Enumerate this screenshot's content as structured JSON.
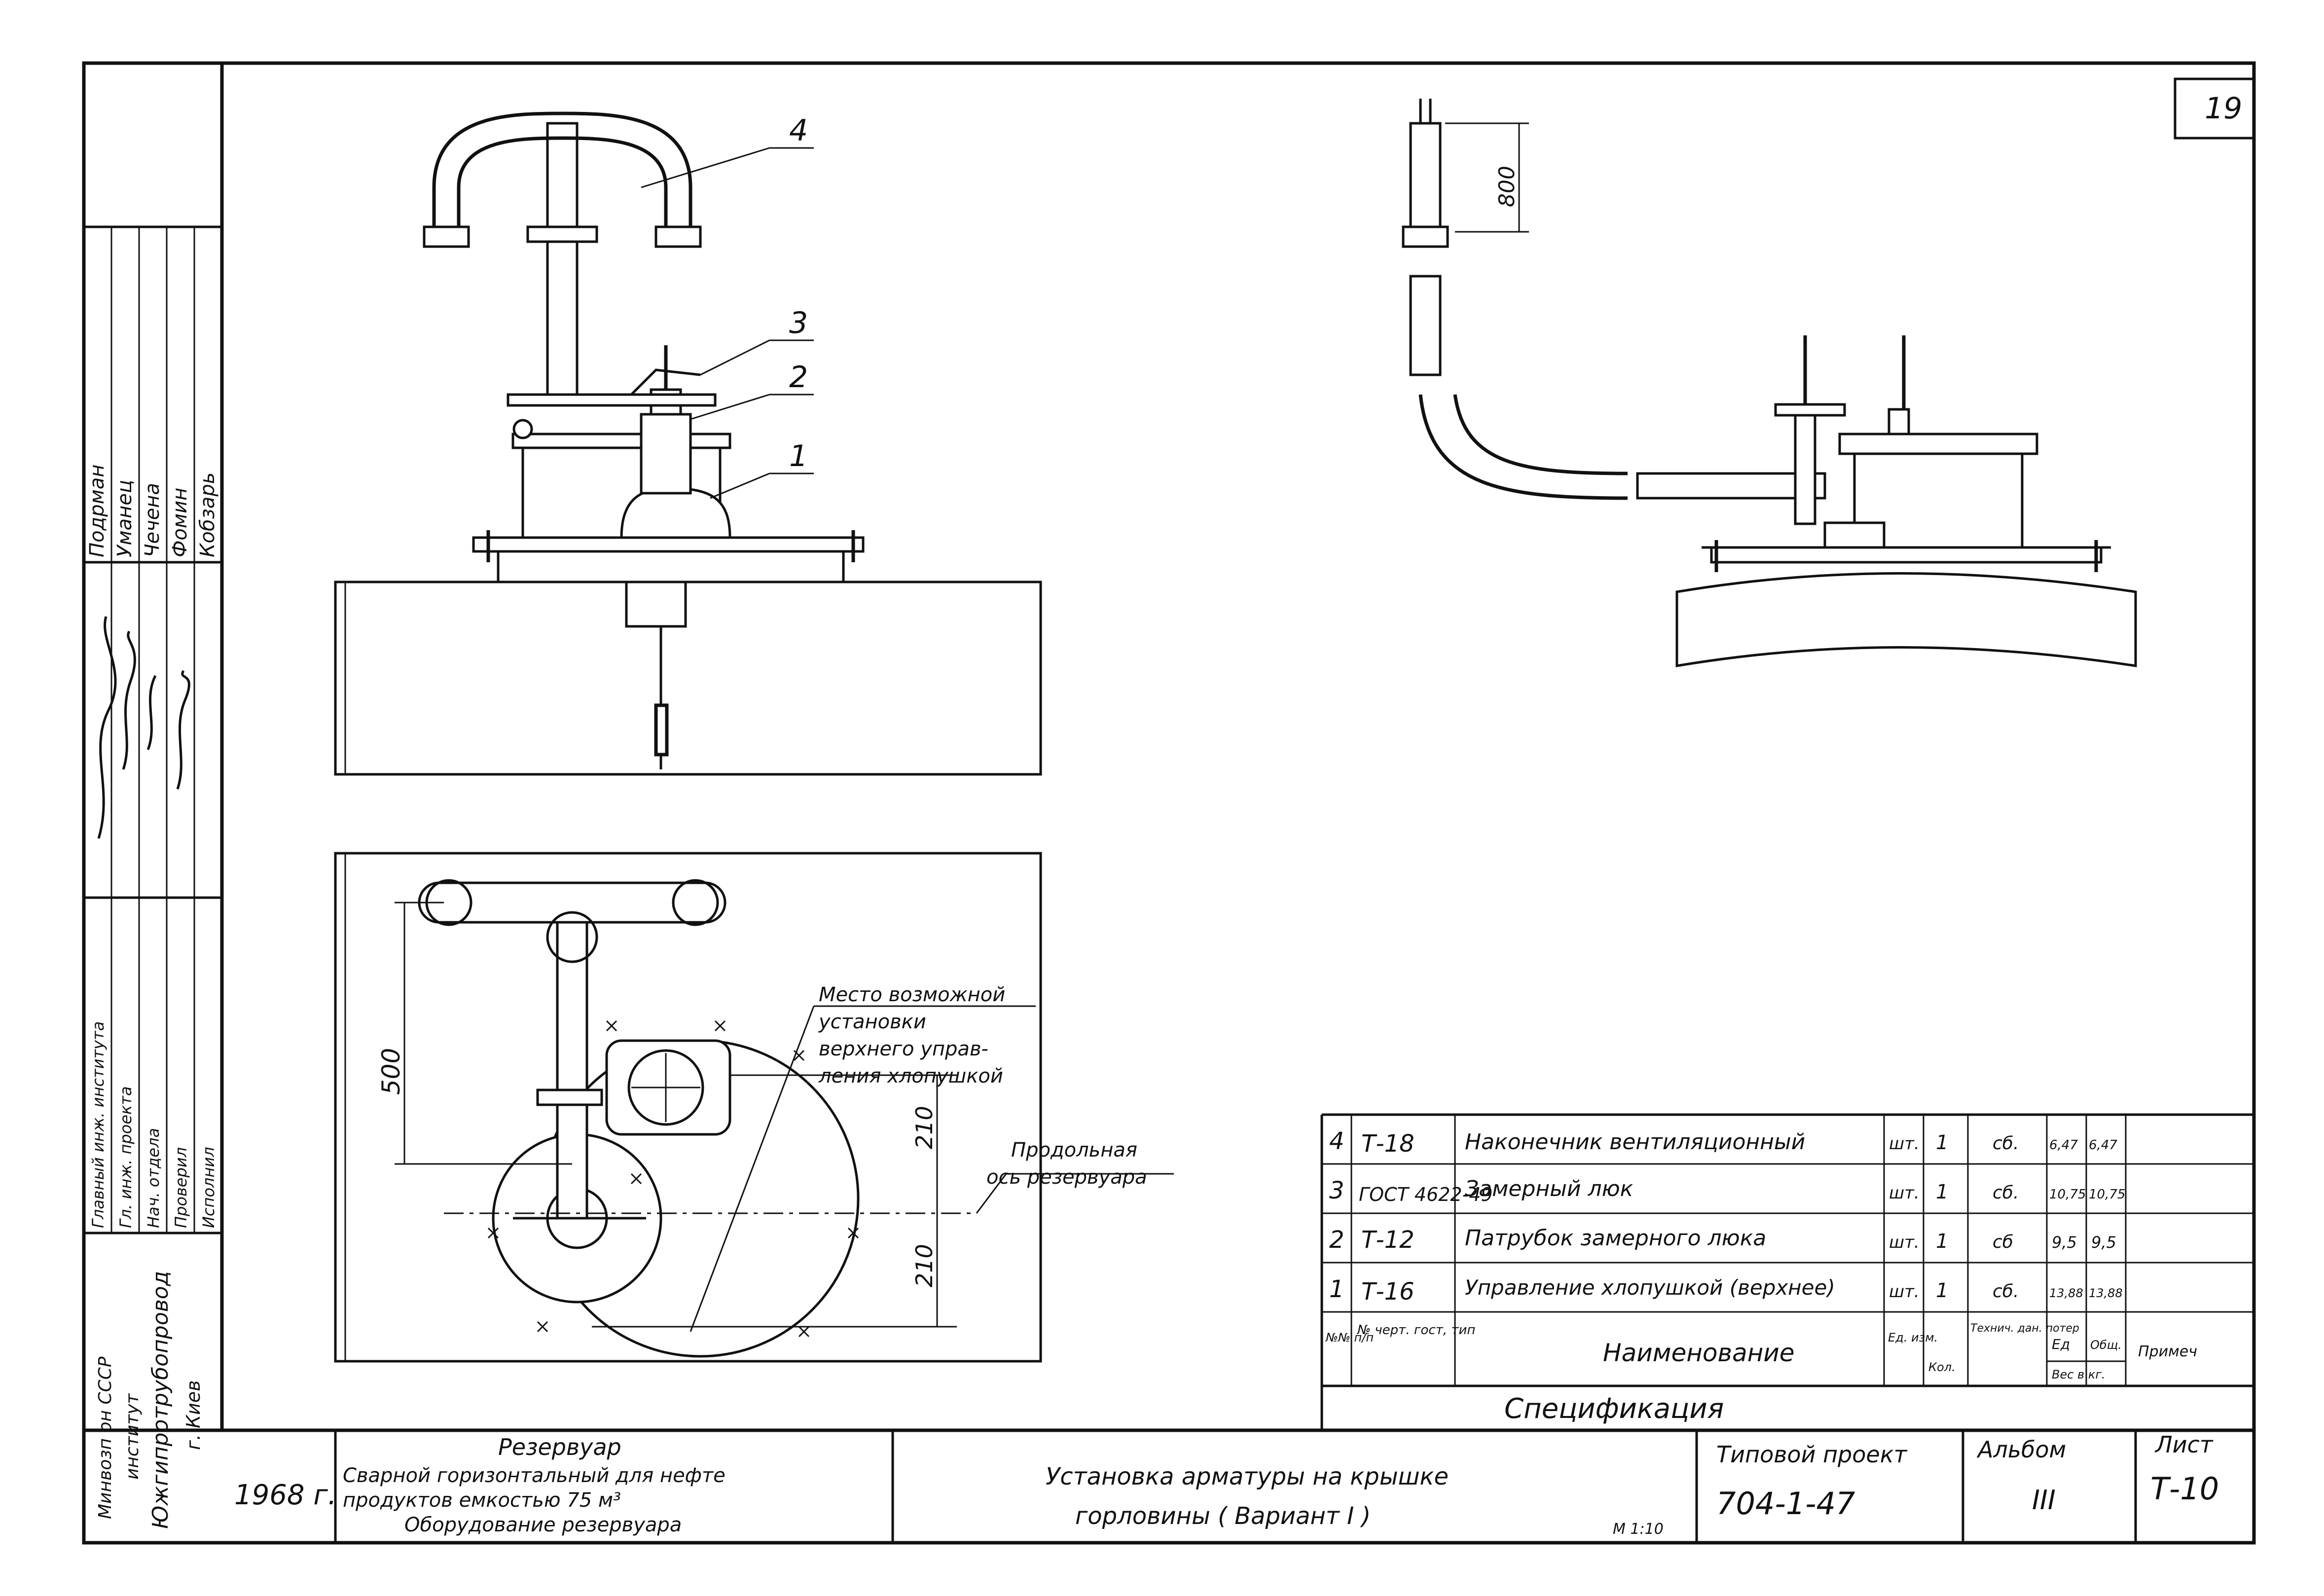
{
  "sheet": {
    "number": "19"
  },
  "callouts": {
    "c1": "1",
    "c2": "2",
    "c3": "3",
    "c4": "4"
  },
  "dimensions": {
    "d500": "500",
    "d210a": "210",
    "d210b": "210",
    "d800": "800"
  },
  "notes": {
    "mount_line1": "Место возможной",
    "mount_line2": "установки",
    "mount_line3": "верхнего управ-",
    "mount_line4": "ления хлопушкой",
    "axis_line1": "Продольная",
    "axis_line2": "ось резервуара"
  },
  "left_block": {
    "names": [
      "Подрман",
      "Уманец",
      "Чечена",
      "Фомин",
      "Кобзарь"
    ],
    "roles": [
      "Главный инж. института",
      "Гл. инж. проекта",
      "Нач. отдела",
      "Проверил",
      "Исполнил"
    ],
    "org_line1": "Минвозп он СССР",
    "org_line2": "институт",
    "org_line3": "Южгипротрубопровод",
    "org_line4": "г. Киев"
  },
  "spec": {
    "title": "Спецификация",
    "headers": {
      "num": "№№ п/п",
      "gost": "№ черт. гост, тип",
      "name": "Наименование",
      "unit": "Ед. изм.",
      "qty": "Кол.",
      "cond": "Технич. дан. потер",
      "w_unit": "Ед",
      "w_total": "Общ.",
      "weight": "Вес в кг.",
      "note": "Примеч"
    },
    "rows": [
      {
        "num": "4",
        "gost": "Т-18",
        "name": "Наконечник вентиляционный",
        "unit": "шт.",
        "qty": "1",
        "cond": "сб.",
        "w1": "6,47",
        "w2": "6,47"
      },
      {
        "num": "3",
        "gost": "ГОСТ 4622-49",
        "name": "Замерный люк",
        "unit": "шт.",
        "qty": "1",
        "cond": "сб.",
        "w1": "10,75",
        "w2": "10,75"
      },
      {
        "num": "2",
        "gost": "Т-12",
        "name": "Патрубок замерного люка",
        "unit": "шт.",
        "qty": "1",
        "cond": "сб",
        "w1": "9,5",
        "w2": "9,5"
      },
      {
        "num": "1",
        "gost": "Т-16",
        "name": "Управление хлопушкой (верхнее)",
        "unit": "шт.",
        "qty": "1",
        "cond": "сб.",
        "w1": "13,88",
        "w2": "13,88"
      }
    ]
  },
  "title_block": {
    "year": "1968 г.",
    "desc_line1": "Резервуар",
    "desc_line2": "Сварной горизонтальный для нефте",
    "desc_line3": "продуктов емкостью 75 м³",
    "desc_line4": "Оборудование резервуара",
    "title_line1": "Установка арматуры на крышке",
    "title_line2": "горловины ( Вариант I )",
    "scale": "М 1:10",
    "project_label": "Типовой проект",
    "project_value": "704-1-47",
    "album_label": "Альбом",
    "album_value": "III",
    "sheet_label": "Лист",
    "sheet_value": "Т-10"
  }
}
